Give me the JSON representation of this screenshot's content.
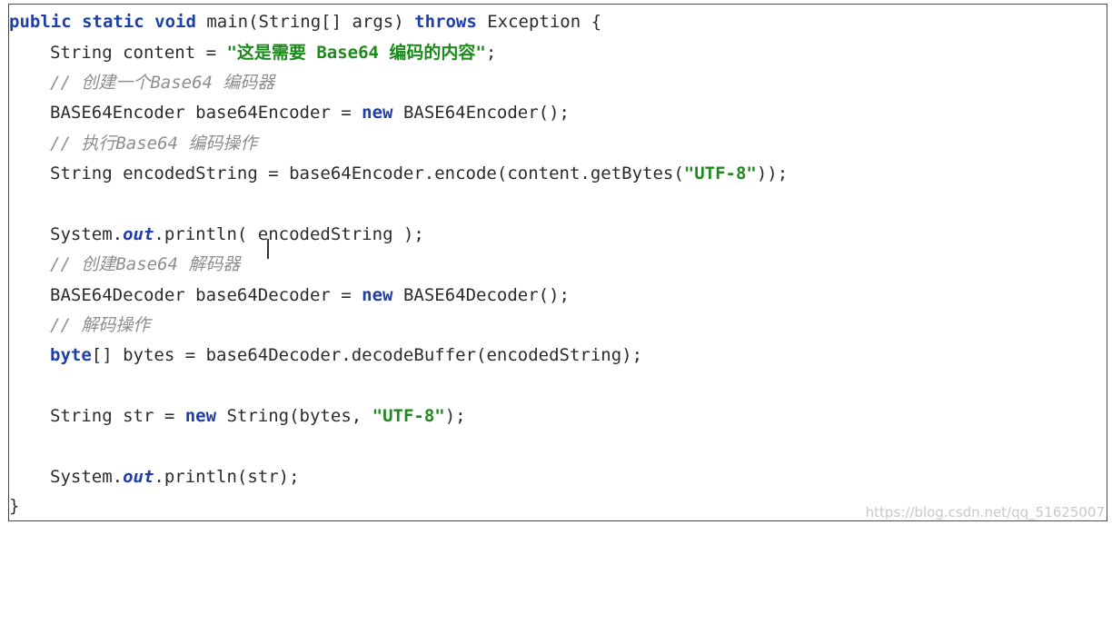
{
  "code": {
    "l1": {
      "kw1": "public static void",
      "t1": " main(String[] args) ",
      "kw2": "throws",
      "t2": " Exception {"
    },
    "l2": {
      "t1": "String content = ",
      "s1": "\"这是需要 Base64 编码的内容\"",
      "t2": ";"
    },
    "l3": {
      "c": "// 创建一个Base64 编码器"
    },
    "l4": {
      "t1": "BASE64Encoder base64Encoder = ",
      "kw": "new",
      "t2": " BASE64Encoder();"
    },
    "l5": {
      "c": "// 执行Base64 编码操作"
    },
    "l6": {
      "t1": "String encodedString = base64Encoder.encode(content.getBytes(",
      "s1": "\"UTF-8\"",
      "t2": "));"
    },
    "l7": {
      "t1": "System.",
      "f": "out",
      "t2": ".println( encodedString );"
    },
    "l8": {
      "c": "// 创建Base64 解码器"
    },
    "l9": {
      "t1": "BASE64Decoder base64Decoder = ",
      "kw": "new",
      "t2": " BASE64Decoder();"
    },
    "l10": {
      "c": "// 解码操作"
    },
    "l11": {
      "kw": "byte",
      "t1": "[] bytes = base64Decoder.decodeBuffer(encodedString);"
    },
    "l12": {
      "t1": "String str = ",
      "kw": "new",
      "t2": " String(bytes, ",
      "s1": "\"UTF-8\"",
      "t3": ");"
    },
    "l13": {
      "t1": "System.",
      "f": "out",
      "t2": ".println(str);"
    },
    "l14": {
      "t1": "}"
    }
  },
  "watermark": "https://blog.csdn.net/qq_51625007"
}
